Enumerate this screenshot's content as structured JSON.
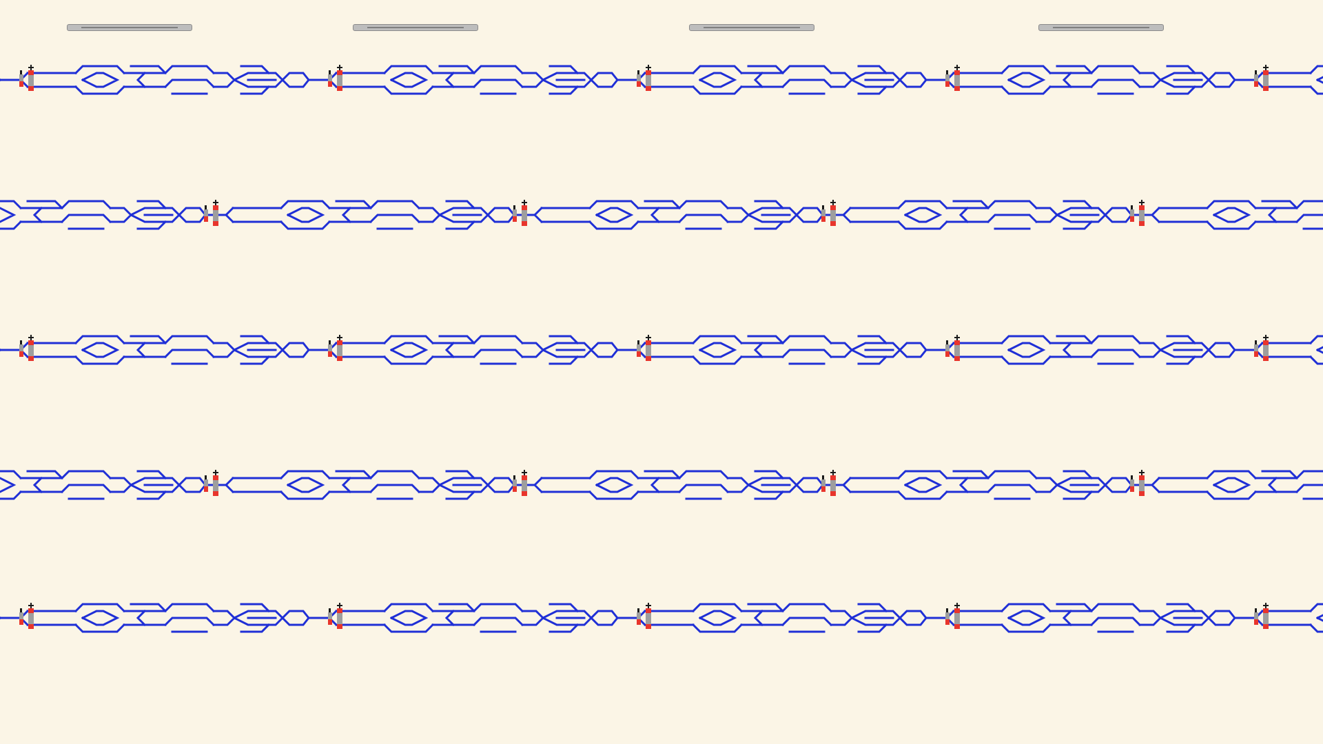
{
  "colors": {
    "background": "#fbf5e6",
    "track": "#1f2fd6",
    "signal_red": "#e8352c",
    "signal_gray": "#9e9e9e",
    "signal_black": "#1a1a1a",
    "sensor_bar": "#bdbdbd"
  },
  "rows_count": 5,
  "signals_per_row": 5,
  "sensor_bars_count": 4,
  "icons": {
    "signal": "railway-signal-icon",
    "sensor_bar": "sensor-bar-icon"
  }
}
